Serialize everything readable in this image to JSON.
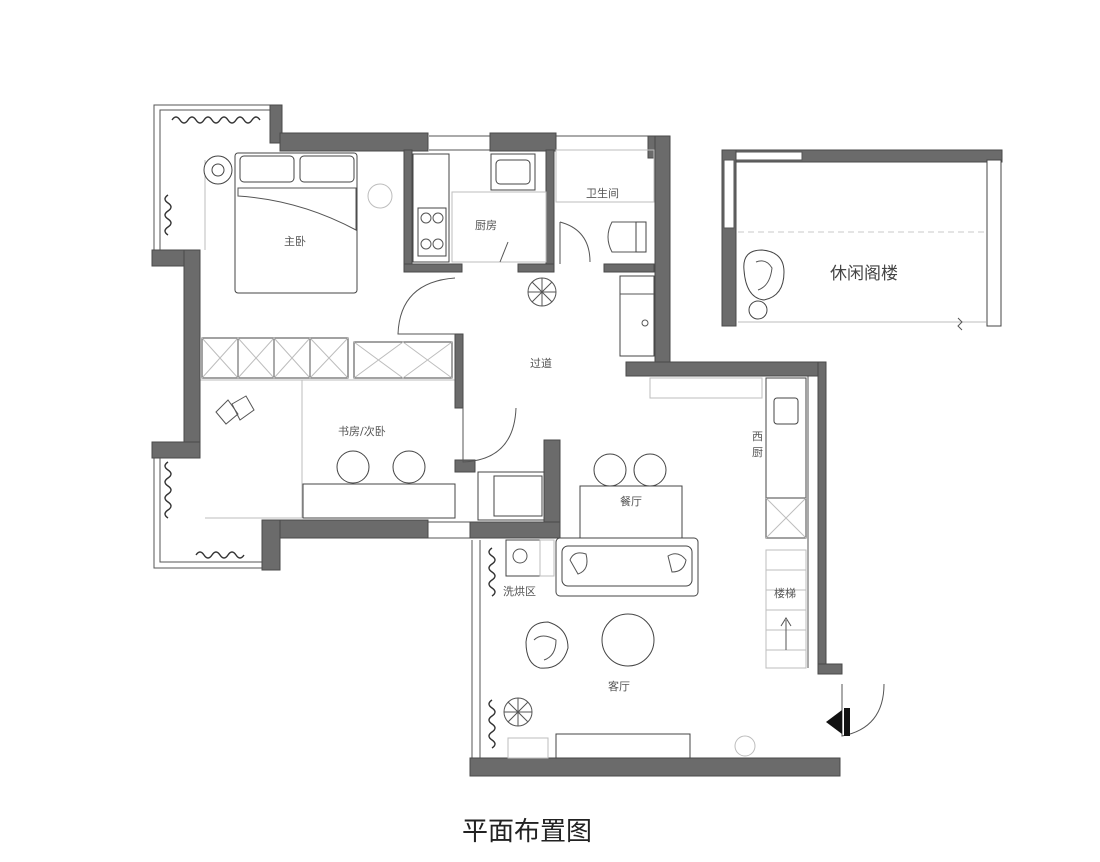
{
  "rooms": {
    "master_bedroom": "主卧",
    "kitchen": "厨房",
    "bathroom": "卫生间",
    "corridor": "过道",
    "study": "书房/次卧",
    "dining": "餐厅",
    "western_kitchen_line1": "西",
    "western_kitchen_line2": "厨",
    "laundry": "洗烘区",
    "stairs": "楼梯",
    "living": "客厅",
    "loft": "休闲阁楼"
  },
  "title": "平面布置图"
}
